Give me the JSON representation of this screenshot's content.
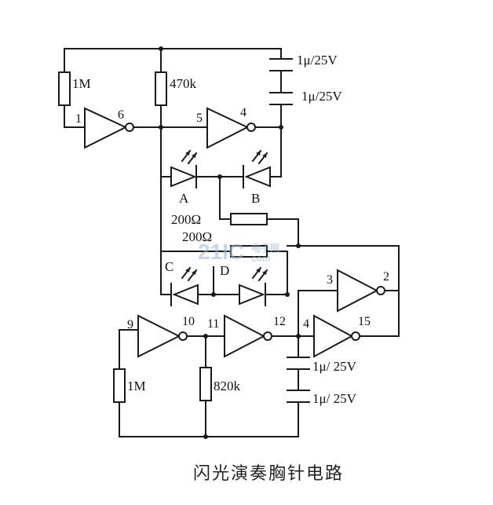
{
  "diagram": {
    "caption": "闪光演奏胸针电路",
    "resistors": {
      "r1": "1M",
      "r2": "470k",
      "r3": "200Ω",
      "r4": "200Ω",
      "r5": "1M",
      "r6": "820k"
    },
    "capacitors": {
      "c1": "1μ/25V",
      "c2": "1μ/25V",
      "c3": "1μ/ 25V",
      "c4": "1μ/ 25V"
    },
    "leds": {
      "a": "A",
      "b": "B",
      "c": "C",
      "d": "D"
    },
    "pins": {
      "p1": "1",
      "p6": "6",
      "p5": "5",
      "p4": "4",
      "p3": "3",
      "p2": "2",
      "p9": "9",
      "p10": "10",
      "p11": "11",
      "p12": "12",
      "p4b": "4",
      "p15": "15"
    },
    "watermark": {
      "brand": "21IC",
      "cn": "电子网",
      "url": "com"
    }
  }
}
